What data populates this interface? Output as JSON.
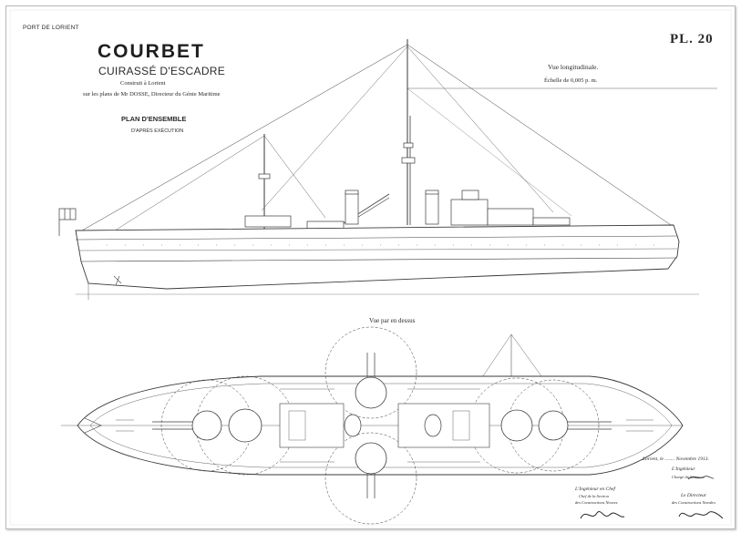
{
  "sheet": {
    "port": "PORT DE LORIENT",
    "plate": "PL. 20",
    "ship_name": "COURBET",
    "ship_type": "CUIRASSÉ D'ESCADRE",
    "built_at": "Construit à Lorient",
    "designer_line": "sur les plans de Mr DOSSE, Directeur du Génie Maritime",
    "plan_title": "PLAN D'ENSEMBLE",
    "plan_subtitle": "D'APRÈS EXÉCUTION"
  },
  "views": {
    "longitudinal_title": "Vue longitudinale.",
    "scale": "Échelle de 0,005 p. m.",
    "top_title": "Vue par en dessus"
  },
  "signatures": {
    "date": "Lorient, le ........ Novembre 1913.",
    "engineer_title": "L'Ingénieur",
    "engineer_name": "Chargé du bâtiment",
    "chief_title": "L'Ingénieur en Chef",
    "chief_line1": "Chef de la Section",
    "chief_line2": "des Constructions Neuves",
    "director_title": "Le Directeur",
    "director_line": "des Constructions Navales"
  },
  "colors": {
    "ink": "#3a3a3a",
    "paper": "#ffffff"
  }
}
